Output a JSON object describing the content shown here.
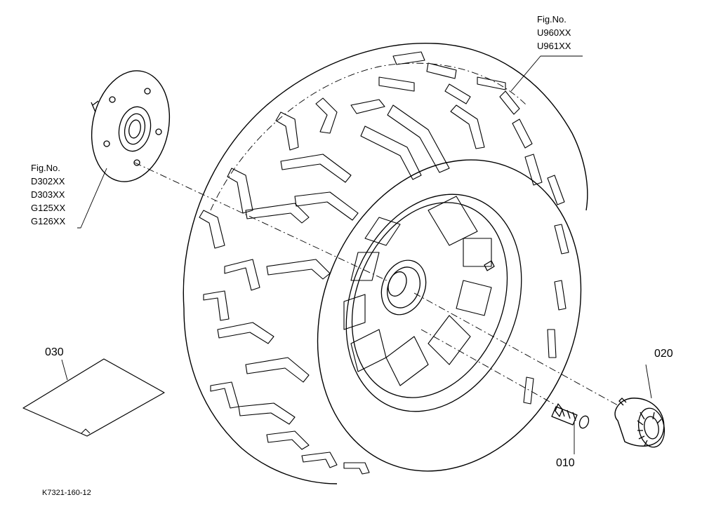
{
  "figure_refs": {
    "tire": {
      "heading": "Fig.No.",
      "numbers": [
        "U960XX",
        "U961XX"
      ]
    },
    "hub": {
      "heading": "Fig.No.",
      "numbers": [
        "D302XX",
        "D303XX",
        "G125XX",
        "G126XX"
      ]
    }
  },
  "parts": {
    "lug_bolt": "010",
    "lug_nut": "020",
    "label_sheet": "030"
  },
  "drawing_code": "K7321-160-12"
}
